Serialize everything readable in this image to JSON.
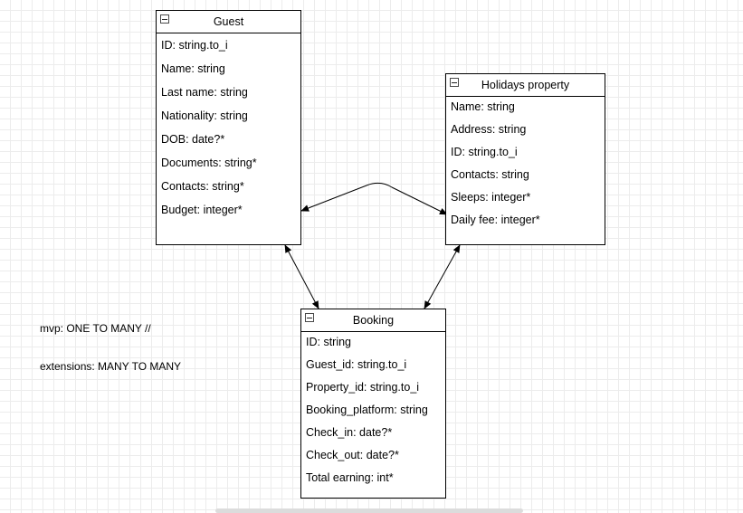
{
  "diagram": {
    "entities": {
      "guest": {
        "title": "Guest",
        "fields": [
          "ID: string.to_i",
          "Name: string",
          "Last name: string",
          "Nationality: string",
          "DOB: date?*",
          "Documents: string*",
          "Contacts: string*",
          "Budget: integer*"
        ]
      },
      "property": {
        "title": "Holidays property",
        "fields": [
          "Name: string",
          "Address: string",
          "ID: string.to_i",
          "Contacts: string",
          "Sleeps: integer*",
          "Daily fee: integer*"
        ]
      },
      "booking": {
        "title": "Booking",
        "fields": [
          "ID: string",
          "Guest_id: string.to_i",
          "Property_id: string.to_i",
          "Booking_platform: string",
          "Check_in: date?*",
          "Check_out: date?*",
          "Total earning: int*"
        ]
      }
    },
    "note": {
      "lines": [
        "mvp: ONE TO MANY //",
        "extensions: MANY TO MANY"
      ]
    },
    "connections": [
      {
        "from": "guest",
        "to": "property",
        "style": "bidirectional-arrow"
      },
      {
        "from": "guest",
        "to": "booking",
        "style": "bidirectional-arrow"
      },
      {
        "from": "property",
        "to": "booking",
        "style": "bidirectional-arrow"
      }
    ],
    "colors": {
      "grid": "#ececec",
      "stroke": "#000000",
      "background": "#ffffff"
    }
  }
}
